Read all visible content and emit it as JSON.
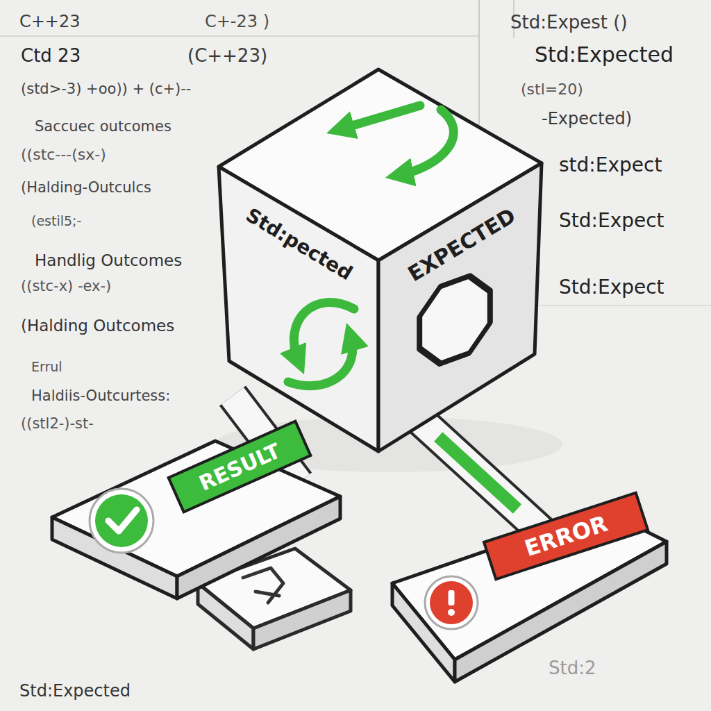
{
  "diagram": {
    "nodes": [
      {
        "text": [
          "Std:pected",
          "EXPECTED"
        ]
      },
      {
        "text": [
          "RESULT"
        ]
      },
      {
        "text": [
          "ERROR"
        ]
      }
    ],
    "edges": [
      {
        "from": 0,
        "to": 1,
        "arrow": "none"
      },
      {
        "from": 0,
        "to": 2,
        "arrow": "none"
      }
    ],
    "labels": [
      "C++23",
      "C+-23 )",
      "Ctd 23",
      "(C++23)",
      "(std>-3) +oo)) + (c+)--",
      "Saccuec outcomes",
      "((stc---(sx-)",
      "(Halding-Outculcs",
      "(estil5;-",
      "Handlig Outcomes",
      "((stc-x) -ex-)",
      "(Halding Outcomes",
      "Errul",
      "Haldiis-Outcurtess:",
      "((stl2-)-st-",
      "Std:Expected",
      "Std:Expest ()",
      "Std:Expected",
      "(stl=20)",
      "-Expected)",
      "std:Expect",
      "Std:Expect",
      "Std:Expect",
      "Std:2"
    ]
  }
}
